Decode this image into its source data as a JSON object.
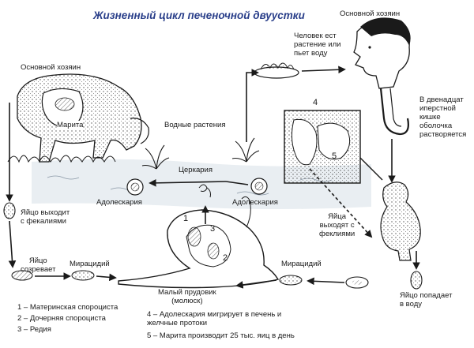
{
  "title": "Жизненный цикл печеночной двуустки",
  "labels": {
    "main_host_left": "Основной хозяин",
    "main_host_right": "Основной хозяин",
    "marita": "Марита",
    "water_plants": "Водные растения",
    "person_eats": "Человек ест\nрастение или\nпьет воду",
    "duodenum": "В двенадцат\nиперстной\nкишке\nоболочка\nрастворяется",
    "cercaria": "Церкария",
    "adolescaria_left": "Адолескария",
    "adolescaria_right": "Адолескария",
    "egg_exits": "Яйцо выходит\nс фекалиями",
    "eggs_exit_feces": "Яйца\nвыходят с\nфеклиями",
    "egg_matures": "Яйцо\nсозревает",
    "miracidium_left": "Мирацидий",
    "miracidium_right": "Мирацидий",
    "snail": "Малый прудовик\n(молюск)",
    "egg_enters_water": "Яйцо попадает\nв воду",
    "inset_number": "4",
    "inset_number_2": "5",
    "snail_num_1": "1",
    "snail_num_2": "2",
    "snail_num_3": "3"
  },
  "legend_left": [
    "1 – Материнская спороциста",
    "2 – Дочерняя спороциста",
    "3 – Редия"
  ],
  "legend_right": [
    "4 – Адолескария мигрирует в печень и\nжелчные протоки",
    "5 – Марита производит 25 тыс. яиц в день"
  ],
  "colors": {
    "title": "#2a3f8a",
    "ink": "#1a1a1a",
    "water": "#e9eef2"
  }
}
